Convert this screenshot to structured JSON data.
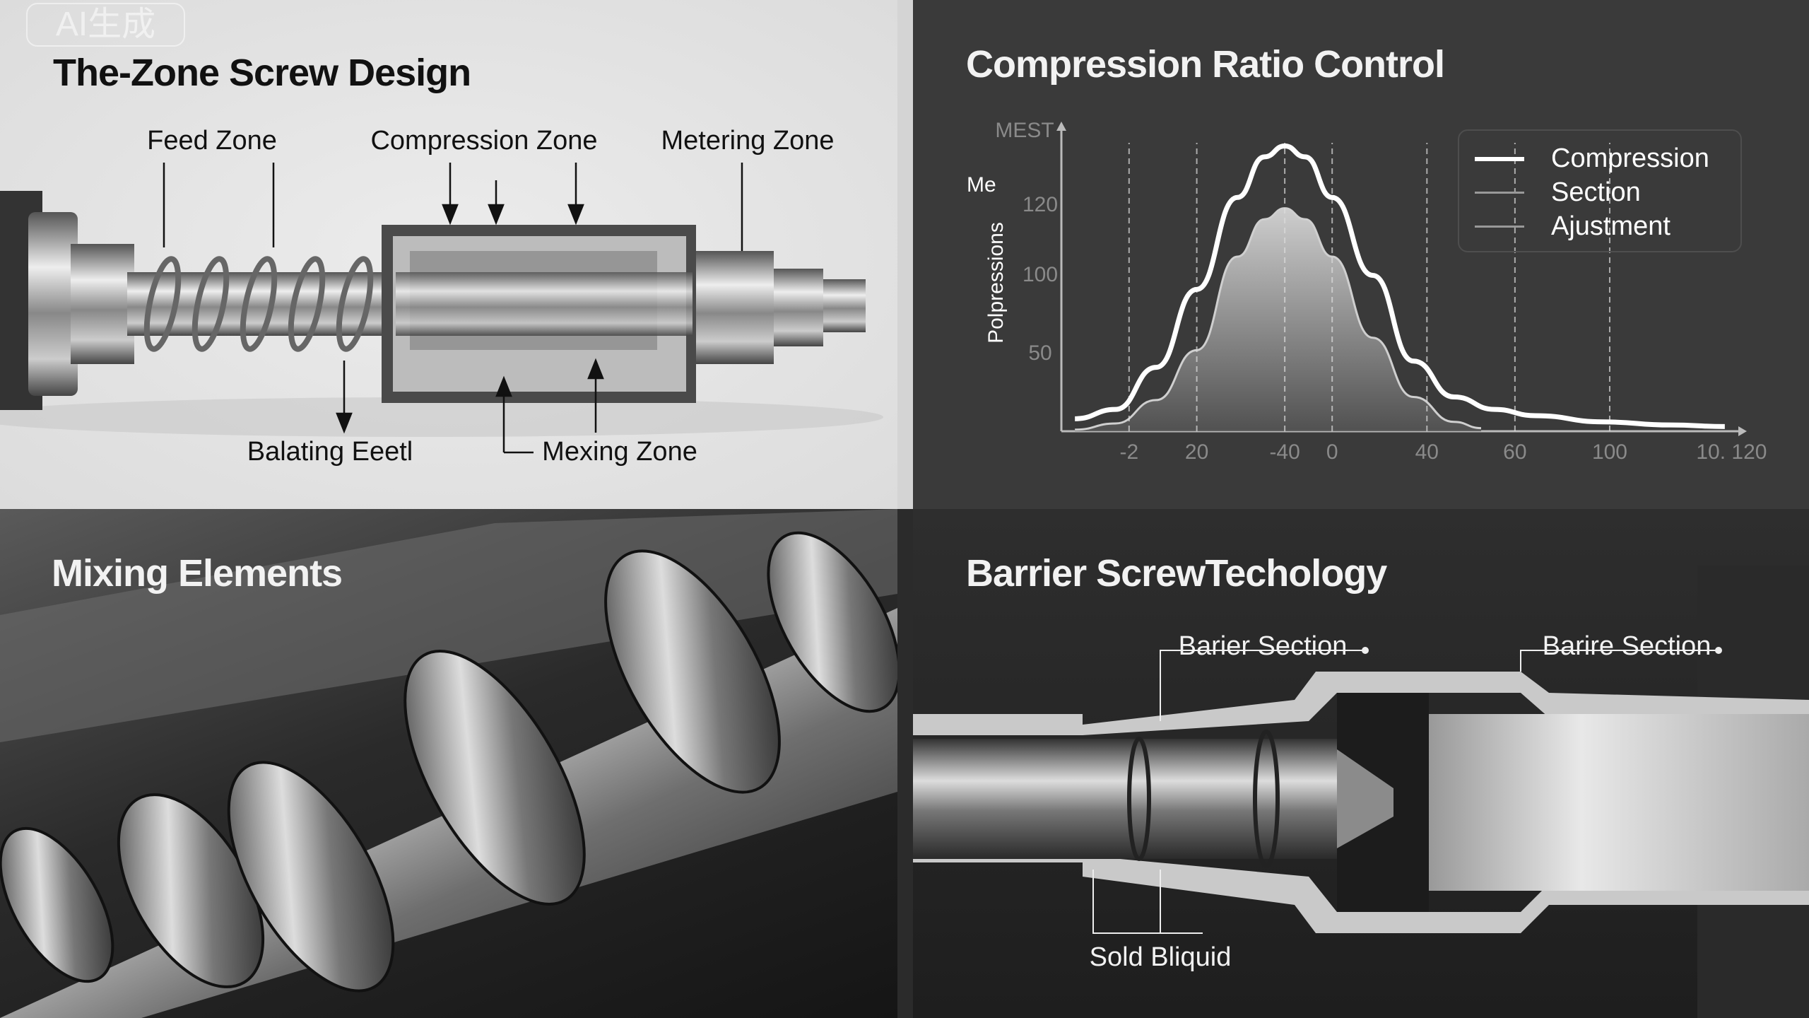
{
  "watermark": "AI生成",
  "panel1": {
    "title": "The-Zone Screw Design",
    "labels": {
      "feed": "Feed Zone",
      "compression": "Compression Zone",
      "metering": "Metering Zone",
      "balating": "Balating Eeetl",
      "mixing": "Mexing Zone"
    }
  },
  "panel2": {
    "title": "Compression Ratio Control"
  },
  "panel3": {
    "title": "Mixing Elements"
  },
  "panel4": {
    "title": "Barrier ScrewTechology",
    "labels": {
      "barrier1": "Barier Section",
      "barrier2": "Barire Section",
      "solid_liquid": "Sold Bliquid"
    }
  },
  "colors": {
    "light_panel": "#e2e2e2",
    "dark_panel": "#3a3a3a",
    "curve": "#ffffff",
    "fill": "#bdbdbd"
  },
  "chart_data": {
    "type": "line",
    "title": "Compression Ratio Control",
    "ylabel": "Polpressions",
    "ylabel_extra": "Me",
    "ytop_label": "MEST",
    "xlim": [
      0,
      100
    ],
    "ylim": [
      0,
      195
    ],
    "xticks": [
      {
        "pos": 10,
        "label": "-2"
      },
      {
        "pos": 20,
        "label": "20"
      },
      {
        "pos": 33,
        "label": "-40"
      },
      {
        "pos": 40,
        "label": "0"
      },
      {
        "pos": 54,
        "label": "40"
      },
      {
        "pos": 67,
        "label": "60"
      },
      {
        "pos": 81,
        "label": "100"
      },
      {
        "pos": 99,
        "label": "10. 120"
      }
    ],
    "yticks": [
      {
        "value": 50,
        "label": "50"
      },
      {
        "value": 100,
        "label": "100"
      },
      {
        "value": 145,
        "label": "120"
      }
    ],
    "legend": [
      "Compression",
      "Section",
      "Ajustment"
    ],
    "legend_position": "top-right",
    "series": [
      {
        "name": "Compression",
        "x": [
          2,
          8,
          14,
          20,
          26,
          30,
          33,
          36,
          40,
          46,
          52,
          58,
          64,
          70,
          80,
          90,
          98
        ],
        "y": [
          8,
          14,
          41,
          91,
          150,
          176,
          183,
          176,
          150,
          100,
          45,
          22,
          14,
          10,
          6,
          4,
          3
        ]
      },
      {
        "name": "Section",
        "x": [
          2,
          8,
          14,
          20,
          26,
          30,
          33,
          36,
          40,
          46,
          52,
          58,
          62
        ],
        "y": [
          1,
          5,
          20,
          52,
          112,
          136,
          143,
          136,
          112,
          60,
          22,
          6,
          2
        ]
      }
    ]
  }
}
